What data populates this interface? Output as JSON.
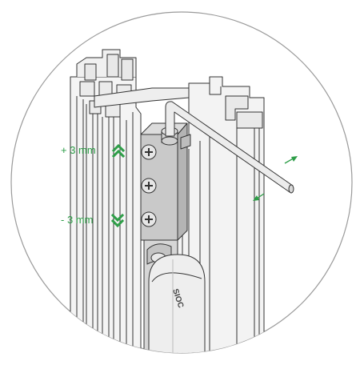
{
  "labels": {
    "increase": "+ 3 mm",
    "decrease": "- 3 mm"
  },
  "hinge_cap_brand": "SIOC",
  "colors": {
    "accent": "#2e9e48",
    "outline": "#333333",
    "frame_fill": "#f2f2f2",
    "hinge_fill": "#c8c8c8",
    "cap_fill": "#ededed",
    "circle": "#9a9a9a"
  },
  "icons": {
    "increase": "double-chevron-up-icon",
    "decrease": "double-chevron-down-icon",
    "direction": "double-arrow-icon"
  }
}
